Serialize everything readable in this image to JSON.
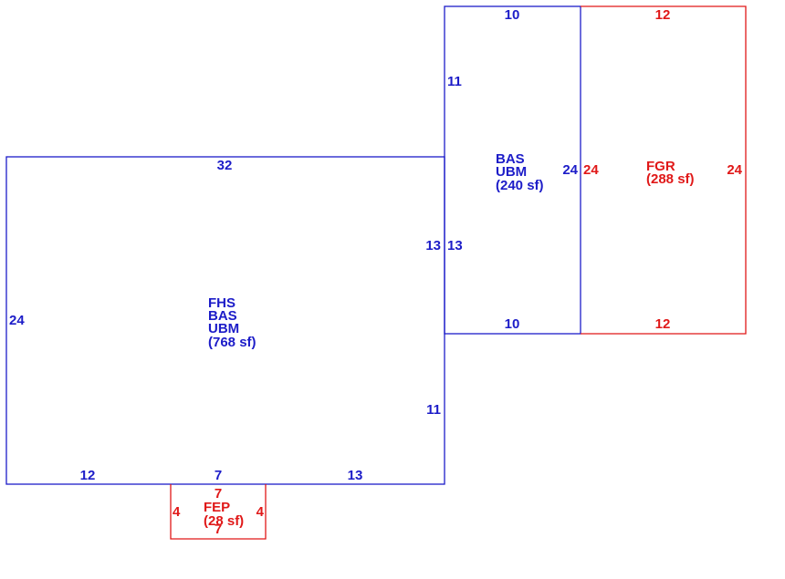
{
  "colors": {
    "living": "#1c1cc8",
    "other": "#e01818"
  },
  "areas": [
    {
      "id": "main",
      "codes": [
        "FHS",
        "BAS",
        "UBM"
      ],
      "area_text": "(768 sf)",
      "color": "living",
      "dims": {
        "top": "32",
        "left": "24",
        "right_upper": "13",
        "right_lower": "11",
        "bottom_left": "12",
        "bottom_mid": "7",
        "bottom_right": "13"
      }
    },
    {
      "id": "addition",
      "codes": [
        "BAS",
        "UBM"
      ],
      "area_text": "(240 sf)",
      "color": "living",
      "dims": {
        "top": "10",
        "bottom": "10",
        "left_upper": "11",
        "left_lower": "13",
        "right": "24"
      }
    },
    {
      "id": "garage",
      "codes": [
        "FGR"
      ],
      "area_text": "(288 sf)",
      "color": "other",
      "dims": {
        "top": "12",
        "bottom": "12",
        "left": "24",
        "right": "24"
      }
    },
    {
      "id": "porch",
      "codes": [
        "FEP"
      ],
      "area_text": "(28 sf)",
      "color": "other",
      "dims": {
        "top": "7",
        "bottom": "7",
        "left": "4",
        "right": "4"
      }
    }
  ]
}
